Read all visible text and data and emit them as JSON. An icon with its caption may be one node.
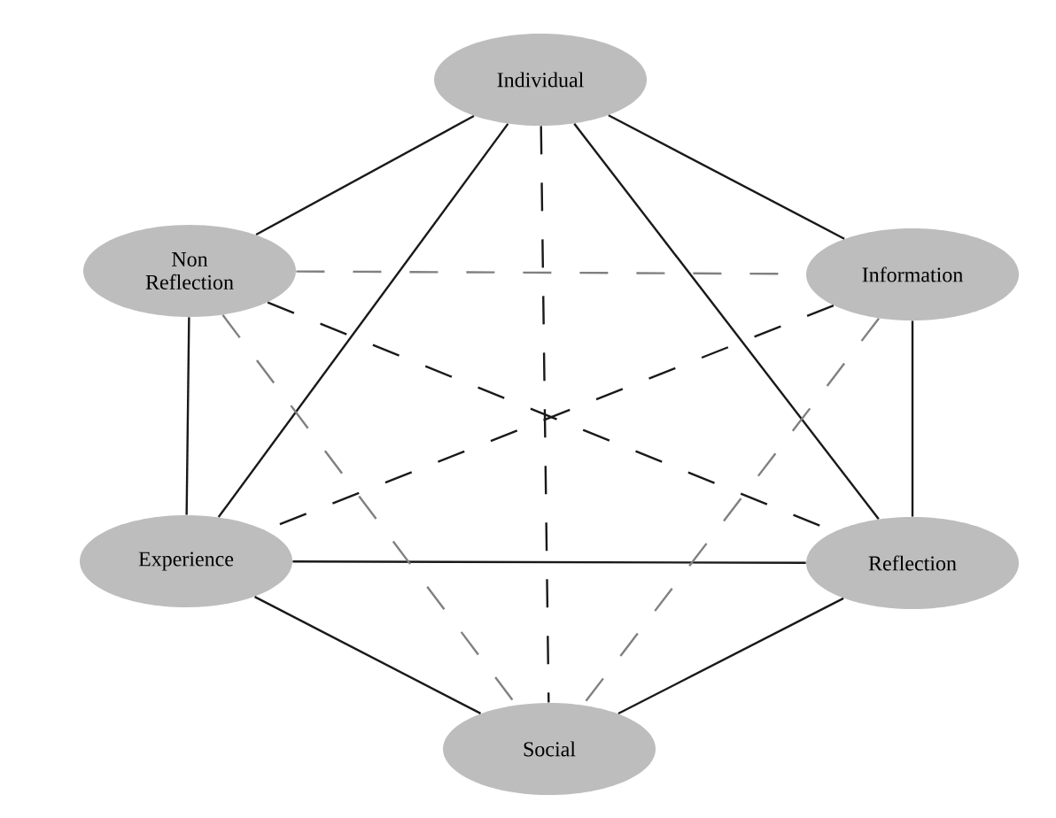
{
  "diagram": {
    "nodes": [
      {
        "text": [
          "Individual"
        ]
      },
      {
        "text": [
          "Non Reflection"
        ]
      },
      {
        "text": [
          "Information"
        ]
      },
      {
        "text": [
          "Experience"
        ]
      },
      {
        "text": [
          "Reflection"
        ]
      },
      {
        "text": [
          "Social"
        ]
      }
    ],
    "edges": [
      {
        "from": 0,
        "to": 1,
        "arrow": "none"
      },
      {
        "from": 0,
        "to": 2,
        "arrow": "none"
      },
      {
        "from": 0,
        "to": 3,
        "arrow": "none"
      },
      {
        "from": 0,
        "to": 4,
        "arrow": "none"
      },
      {
        "from": 1,
        "to": 3,
        "arrow": "none"
      },
      {
        "from": 2,
        "to": 4,
        "arrow": "none"
      },
      {
        "from": 3,
        "to": 4,
        "arrow": "none"
      },
      {
        "from": 3,
        "to": 5,
        "arrow": "none"
      },
      {
        "from": 4,
        "to": 5,
        "arrow": "none"
      },
      {
        "from": 0,
        "to": 5,
        "arrow": "none",
        "style": "dashed"
      },
      {
        "from": 1,
        "to": 4,
        "arrow": "none",
        "style": "dashed"
      },
      {
        "from": 2,
        "to": 3,
        "arrow": "none",
        "style": "dashed"
      },
      {
        "from": 1,
        "to": 2,
        "arrow": "none",
        "style": "dashed",
        "color": "#808080"
      },
      {
        "from": 1,
        "to": 5,
        "arrow": "none",
        "style": "dashed",
        "color": "#808080"
      },
      {
        "from": 2,
        "to": 5,
        "arrow": "none",
        "style": "dashed",
        "color": "#808080"
      }
    ]
  }
}
